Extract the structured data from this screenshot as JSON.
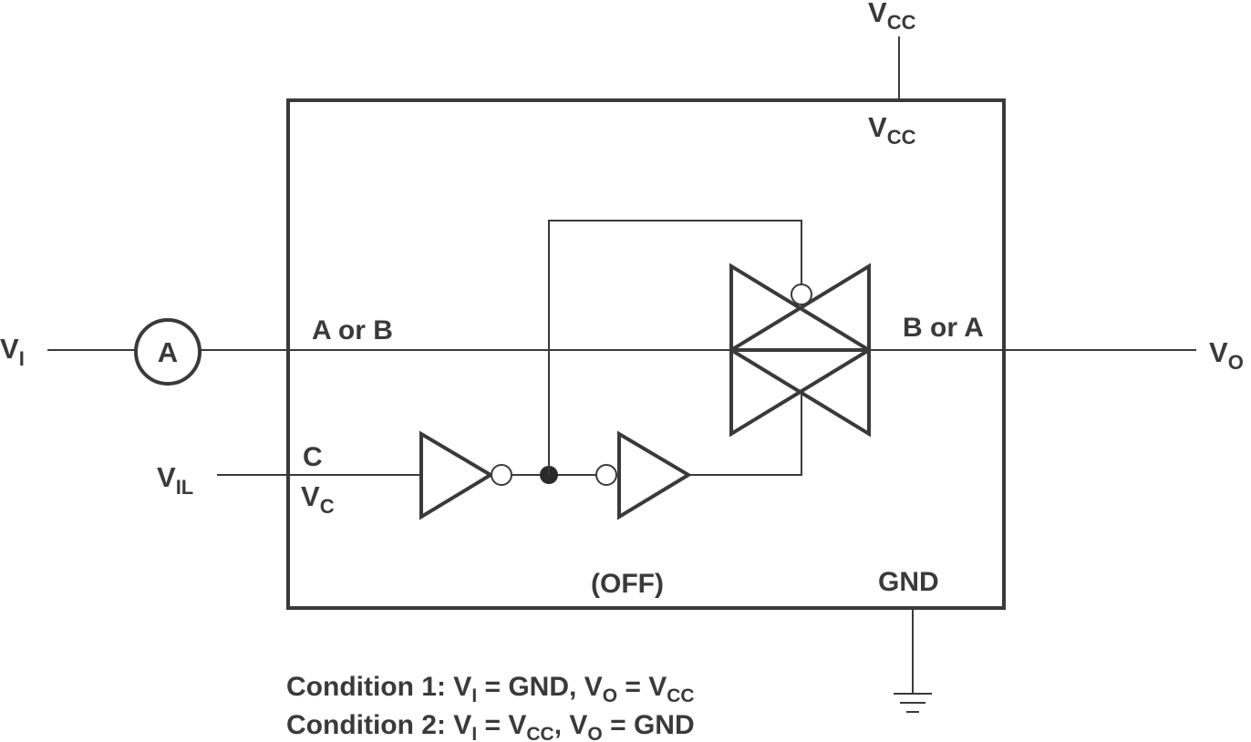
{
  "labels": {
    "vcc_top": {
      "main": "V",
      "sub": "CC"
    },
    "vcc_inner": {
      "main": "V",
      "sub": "CC"
    },
    "vi": {
      "main": "V",
      "sub": "I"
    },
    "vo": {
      "main": "V",
      "sub": "O"
    },
    "vil": {
      "main": "V",
      "sub": "IL"
    },
    "vc": {
      "main": "V",
      "sub": "C"
    },
    "c_pin": "C",
    "a_or_b": "A or B",
    "b_or_a": "B or A",
    "off": "(OFF)",
    "gnd": "GND",
    "ammeter": "A"
  },
  "conditions": [
    {
      "prefix": "Condition 1: ",
      "vi_main": "V",
      "vi_sub": "I",
      "mid": " = GND, ",
      "vo_main": "V",
      "vo_sub": "O",
      "eq": " = ",
      "val_main": "V",
      "val_sub": "CC",
      "suffix": ""
    },
    {
      "prefix": "Condition 2: ",
      "vi_main": "V",
      "vi_sub": "I",
      "mid": " = ",
      "mid_main": "V",
      "mid_sub": "CC",
      "mid2": ", ",
      "vo_main": "V",
      "vo_sub": "O",
      "eq": " = GND"
    }
  ]
}
